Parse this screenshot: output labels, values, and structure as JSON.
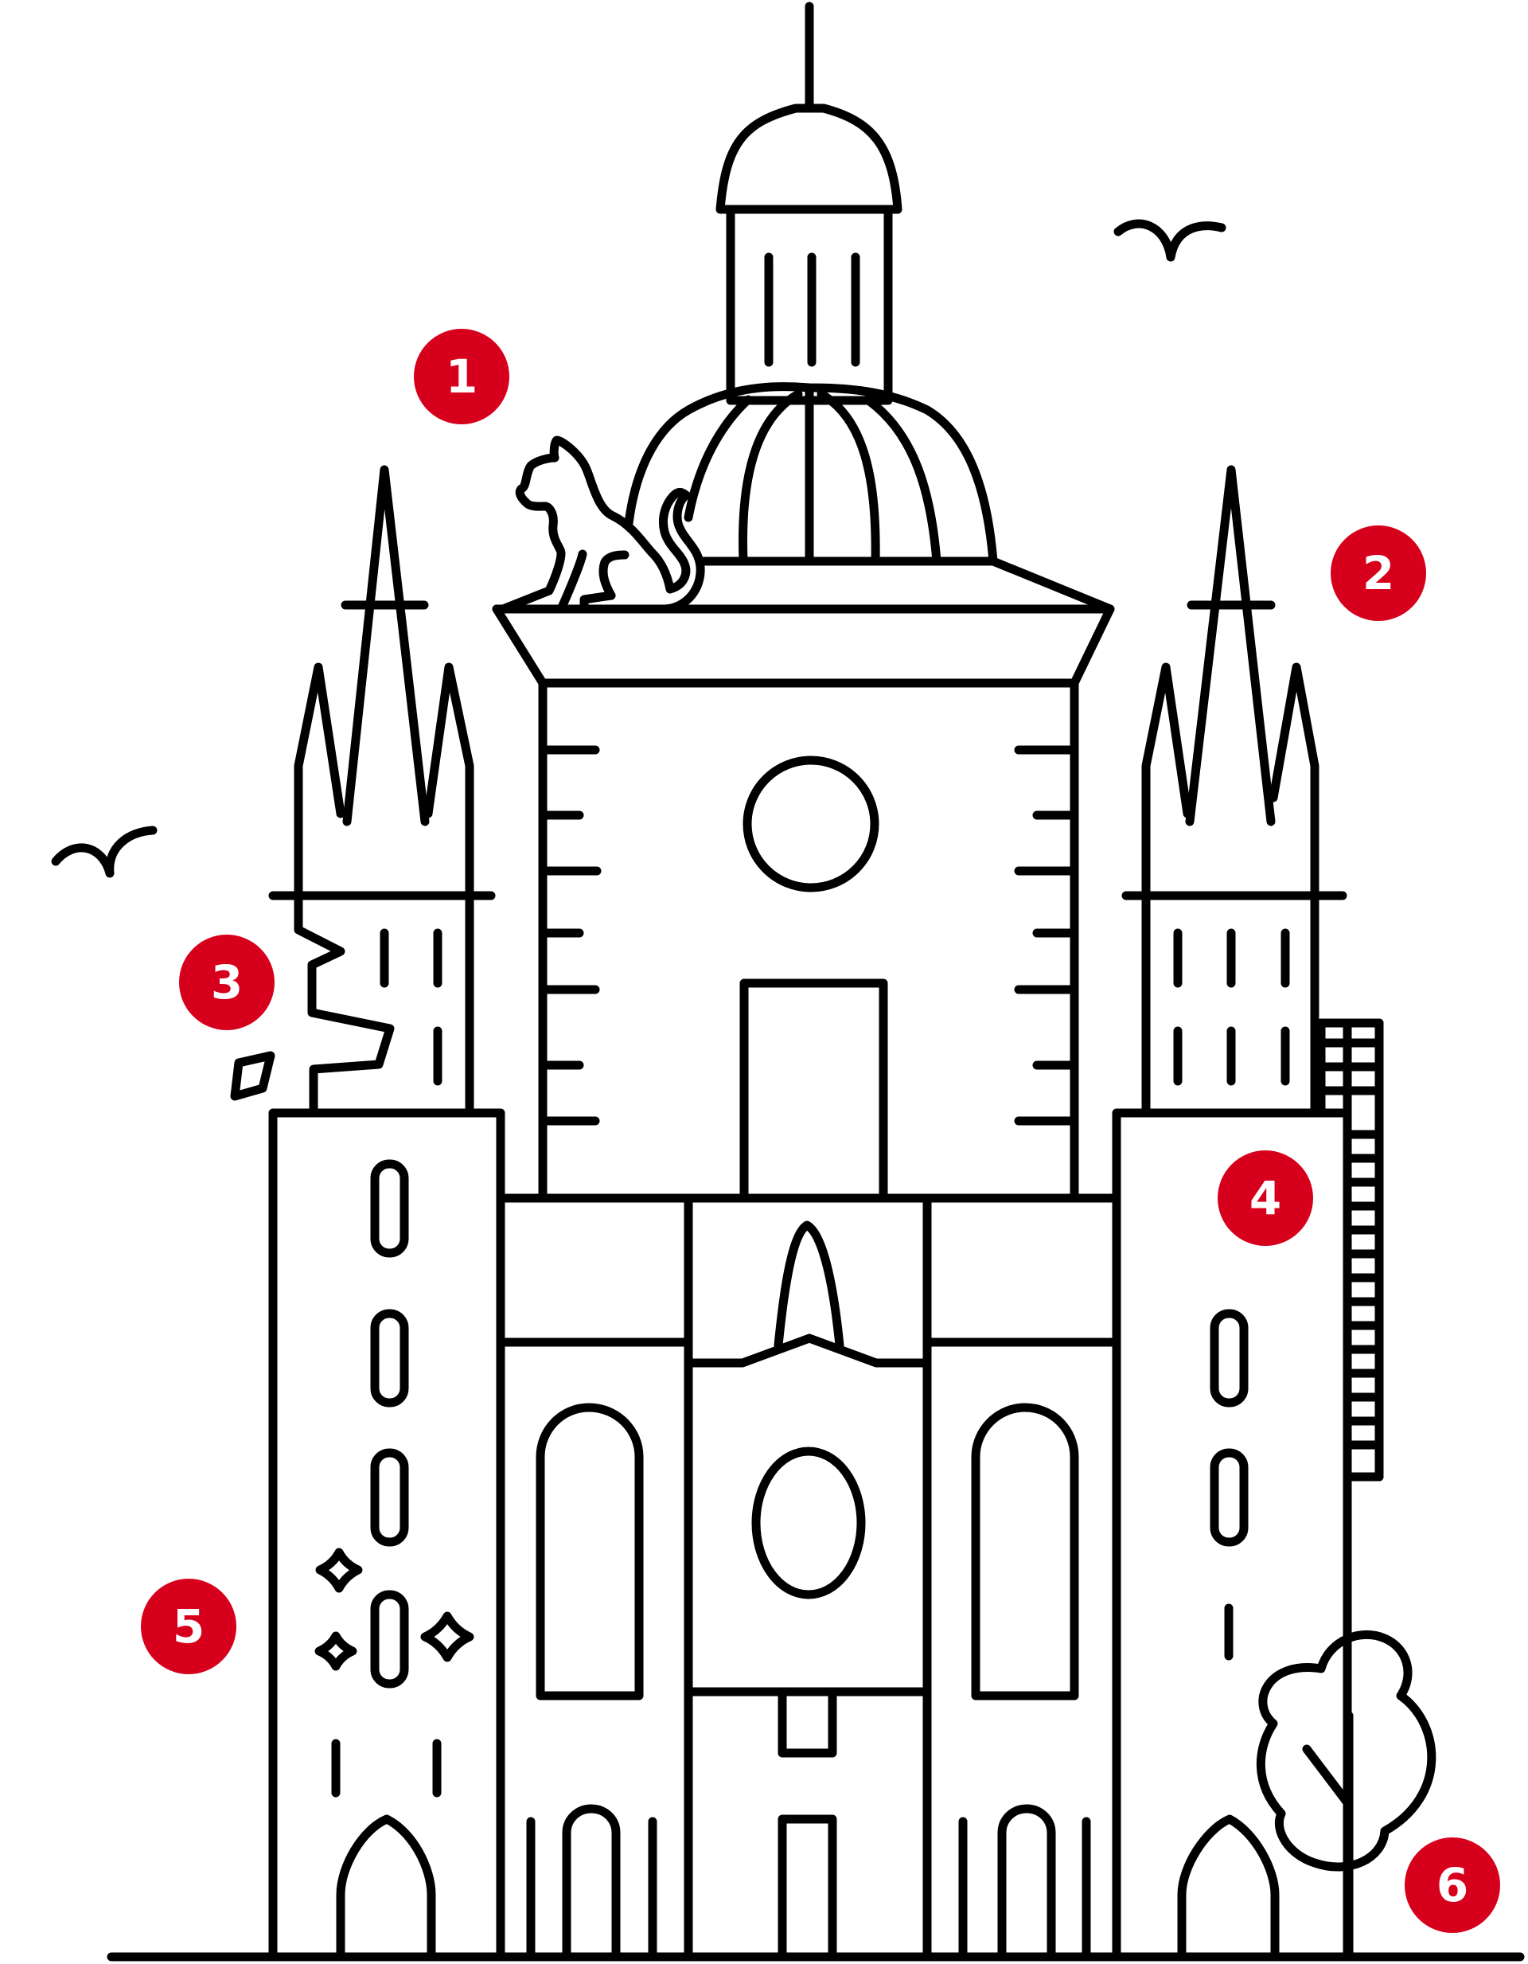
{
  "colors": {
    "ink": "#000000",
    "marker_fill": "#d6001c",
    "marker_text": "#ffffff",
    "background": "#ffffff"
  },
  "markers": [
    {
      "label": "1"
    },
    {
      "label": "2"
    },
    {
      "label": "3"
    },
    {
      "label": "4"
    },
    {
      "label": "5"
    },
    {
      "label": "6"
    }
  ]
}
